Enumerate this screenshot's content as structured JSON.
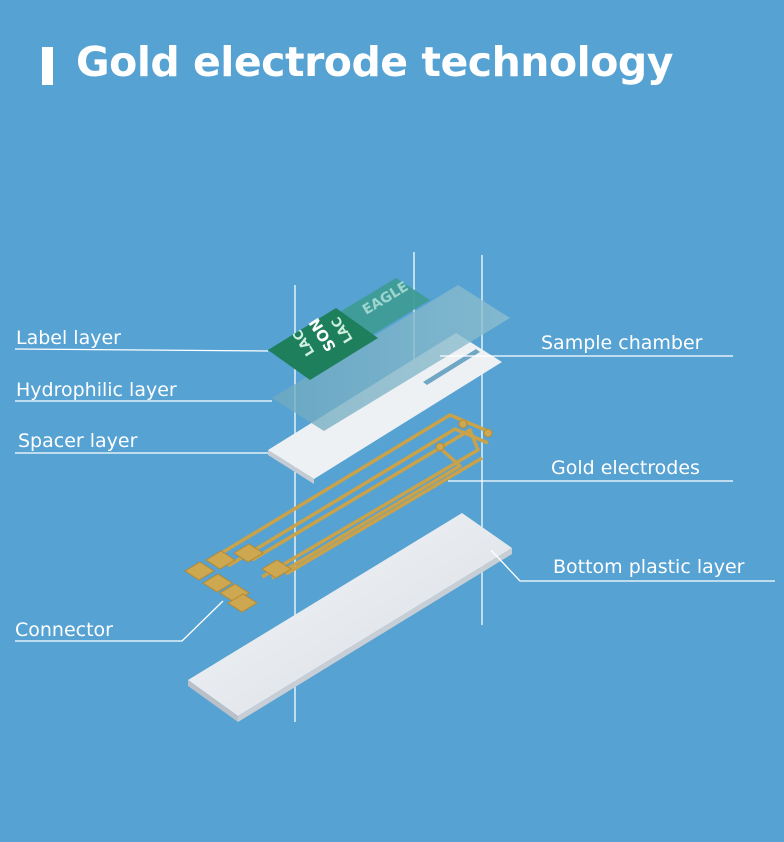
{
  "title": "Gold electrode technology",
  "labels": {
    "label_layer": "Label layer",
    "hydrophilic_layer": "Hydrophilic layer",
    "spacer_layer": "Spacer layer",
    "connector": "Connector",
    "sample_chamber": "Sample chamber",
    "gold_electrodes": "Gold electrodes",
    "bottom_plastic_layer": "Bottom plastic layer"
  },
  "strip_text": {
    "brand": "EAGLE",
    "sticker_line1": "LAC",
    "sticker_line2": "SON",
    "sticker_line3": "LAC"
  },
  "colors": {
    "background": "#55A2D3",
    "label_sticker": "#1E7F5C",
    "label_strip": "#3E9C95",
    "gold": "#C9A24A",
    "spacer": "#EEF1F4",
    "bottom_plate": "#E3E7EC"
  }
}
